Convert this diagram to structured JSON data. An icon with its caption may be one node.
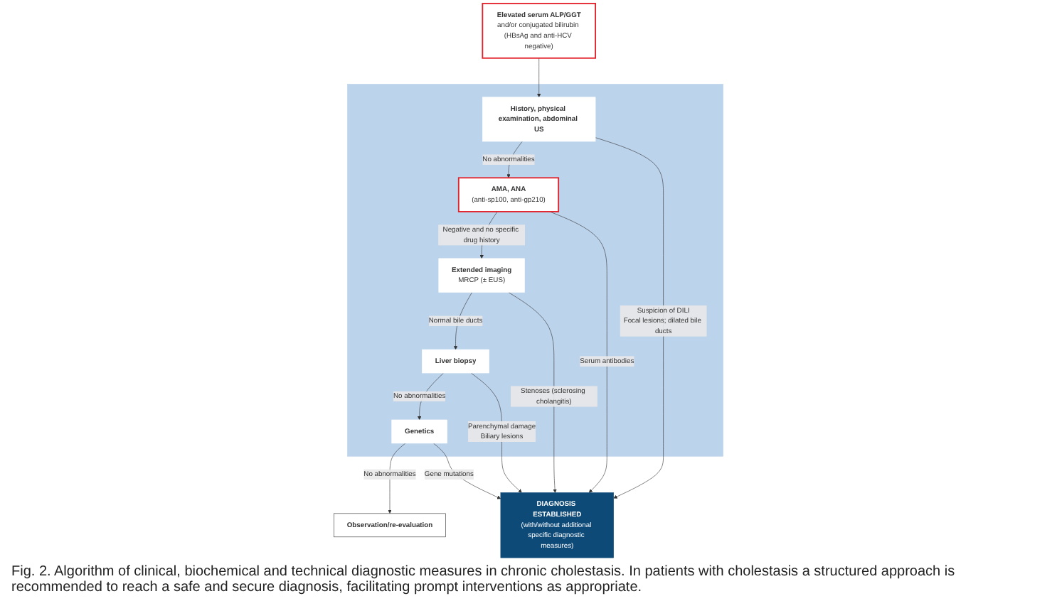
{
  "diagram": {
    "caption": "Fig. 2. Algorithm of clinical, biochemical and technical diagnostic measures in chronic cholestasis. In patients with cholestasis a structured approach is recommended to reach a safe and secure diagnosis, facilitating prompt interventions as appropriate.",
    "nodes": [
      {
        "text": [
          "Elevated serum ALP/GGT",
          "and/or conjugated bilirubin (HBsAg and anti-HCV negative)"
        ]
      },
      {
        "text": [],
        "shape": "box"
      },
      {
        "text": [
          "History, physical examination, abdominal US"
        ],
        "in": 1
      },
      {
        "text": [
          "AMA, ANA",
          "(anti-sp100, anti-gp210)"
        ],
        "in": 1
      },
      {
        "text": [
          "Extended imaging",
          "MRCP (± EUS)"
        ],
        "in": 1
      },
      {
        "text": [
          "Liver biopsy"
        ],
        "in": 1
      },
      {
        "text": [
          "Genetics"
        ],
        "in": 1
      },
      {
        "text": [
          "Observation/re-evaluation"
        ]
      },
      {
        "text": [
          "DIAGNOSIS ESTABLISHED",
          "(with/without additional specific diagnostic measures)"
        ]
      }
    ],
    "edges": [
      {
        "from": 0,
        "to": 2,
        "arrow": "to"
      },
      {
        "from": 2,
        "to": 3,
        "arrow": "to",
        "label": "No abnormalities"
      },
      {
        "from": 3,
        "to": 4,
        "arrow": "to",
        "label": "Negative and no specific drug history"
      },
      {
        "from": 4,
        "to": 5,
        "arrow": "to",
        "label": "Normal bile ducts"
      },
      {
        "from": 5,
        "to": 6,
        "arrow": "to",
        "label": "No abnormalities"
      },
      {
        "from": 6,
        "to": 7,
        "arrow": "to",
        "label": "No abnormalities"
      },
      {
        "from": 2,
        "to": 8,
        "arrow": "to",
        "label": [
          "Suspicion of DILI",
          "Focal lesions; dilated bile ducts"
        ]
      },
      {
        "from": 3,
        "to": 8,
        "arrow": "to",
        "label": "Serum antibodies"
      },
      {
        "from": 4,
        "to": 8,
        "arrow": "to",
        "label": "Stenoses (sclerosing cholangitis)"
      },
      {
        "from": 5,
        "to": 8,
        "arrow": "to",
        "label": [
          "Parenchymal damage",
          "Biliary lesions"
        ]
      },
      {
        "from": 6,
        "to": 8,
        "arrow": "to",
        "label": "Gene mutations"
      }
    ]
  }
}
